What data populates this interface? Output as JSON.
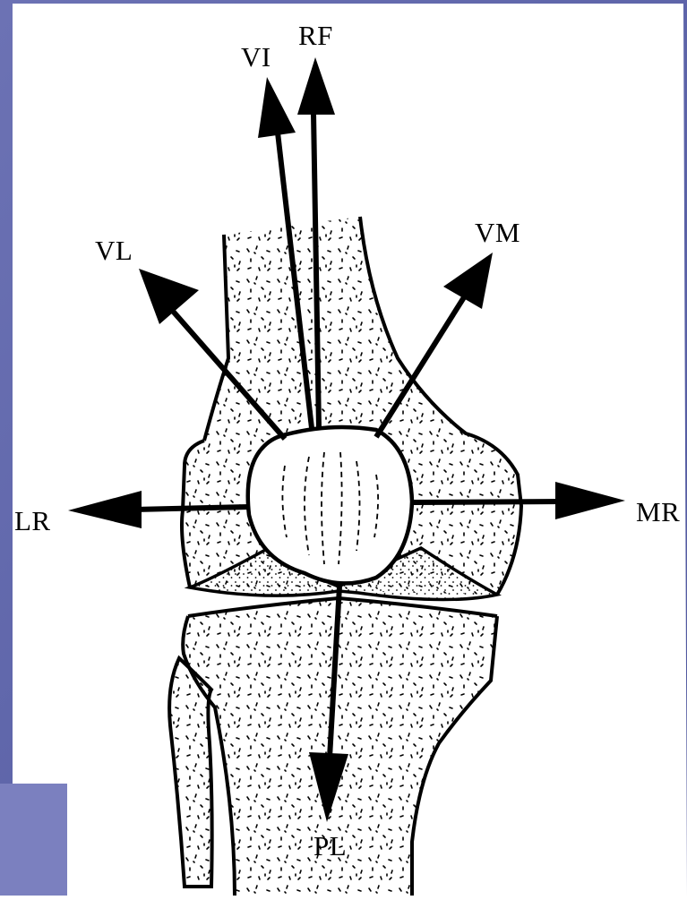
{
  "colors": {
    "slide_background": "#5b63a8",
    "slide_background_light": "#7b80bf",
    "ink": "#000000",
    "paper": "#ffffff"
  },
  "diagram": {
    "forces": [
      {
        "key": "vi",
        "label": "VI"
      },
      {
        "key": "rf",
        "label": "RF"
      },
      {
        "key": "vl",
        "label": "VL"
      },
      {
        "key": "vm",
        "label": "VM"
      },
      {
        "key": "lr",
        "label": "LR"
      },
      {
        "key": "mr",
        "label": "MR"
      },
      {
        "key": "pl",
        "label": "PL"
      }
    ],
    "structures": [
      "femur",
      "patella",
      "tibia",
      "fibula"
    ]
  }
}
